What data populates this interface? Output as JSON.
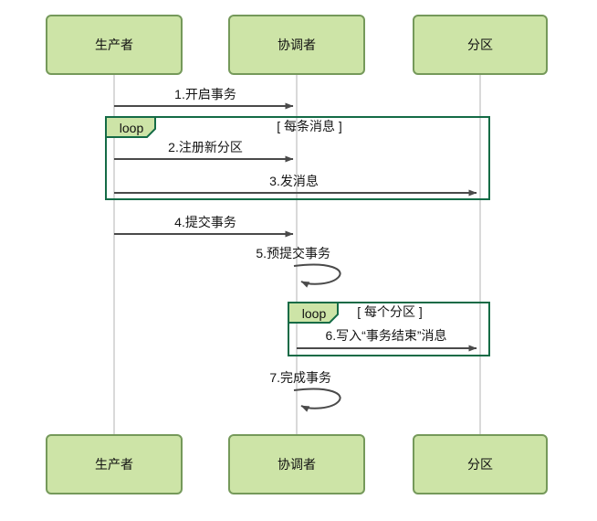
{
  "diagram": {
    "type": "sequence-diagram",
    "actors": [
      {
        "id": "producer",
        "label": "生产者"
      },
      {
        "id": "coordinator",
        "label": "协调者"
      },
      {
        "id": "partition",
        "label": "分区"
      }
    ],
    "messages": [
      {
        "num": 1,
        "label": "1.开启事务",
        "from": "producer",
        "to": "coordinator"
      },
      {
        "num": 2,
        "label": "2.注册新分区",
        "from": "producer",
        "to": "coordinator"
      },
      {
        "num": 3,
        "label": "3.发消息",
        "from": "producer",
        "to": "partition"
      },
      {
        "num": 4,
        "label": "4.提交事务",
        "from": "producer",
        "to": "coordinator"
      },
      {
        "num": 5,
        "label": "5.预提交事务",
        "from": "coordinator",
        "to": "coordinator"
      },
      {
        "num": 6,
        "label": "6.写入“事务结束”消息",
        "from": "coordinator",
        "to": "partition"
      },
      {
        "num": 7,
        "label": "7.完成事务",
        "from": "coordinator",
        "to": "coordinator"
      }
    ],
    "loops": [
      {
        "operator": "loop",
        "guard": "[ 每条消息 ]"
      },
      {
        "operator": "loop",
        "guard": "[ 每个分区 ]"
      }
    ],
    "colors": {
      "actor_fill": "#cde4a7",
      "actor_border": "#75995a",
      "frame_border": "#146b46",
      "arrow": "#4a4a4a",
      "lifeline": "#d9d9d9",
      "text": "#151515"
    }
  }
}
